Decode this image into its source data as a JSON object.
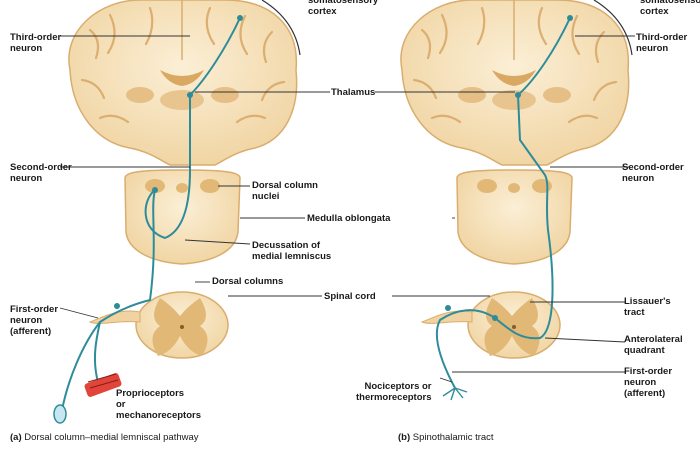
{
  "panels": [
    {
      "id": "a",
      "caption_letter": "(a)",
      "caption_text": "Dorsal column–medial lemniscal pathway",
      "labels": {
        "cortex": "somatosensory\ncortex",
        "third_order": "Third-order\nneuron",
        "second_order": "Second-order\nneuron",
        "dorsal_column_nuclei": "Dorsal column\nnuclei",
        "decussation": "Decussation of\nmedial lemniscus",
        "dorsal_columns": "Dorsal columns",
        "first_order": "First-order\nneuron\n(afferent)",
        "receptors": "Proprioceptors\nor\nmechanoreceptors"
      }
    },
    {
      "id": "b",
      "caption_letter": "(b)",
      "caption_text": "Spinothalamic tract",
      "labels": {
        "cortex": "somatosensory\ncortex",
        "third_order": "Third-order\nneuron",
        "second_order": "Second-order\nneuron",
        "lissauer": "Lissauer's\ntract",
        "anterolateral": "Anterolateral\nquadrant",
        "first_order": "First-order\nneuron\n(afferent)",
        "receptors": "Nociceptors or\nthermoreceptors"
      }
    }
  ],
  "shared_labels": {
    "thalamus": "Thalamus",
    "medulla": "Medulla oblongata",
    "spinal_cord": "Spinal cord"
  },
  "colors": {
    "tissue": "#f3dcb2",
    "tissue_edge": "#d9ad6e",
    "gray_matter": "#e2b877",
    "neuron": "#2e8c9a",
    "receptor_red": "#e0443a",
    "leader": "#333333"
  }
}
